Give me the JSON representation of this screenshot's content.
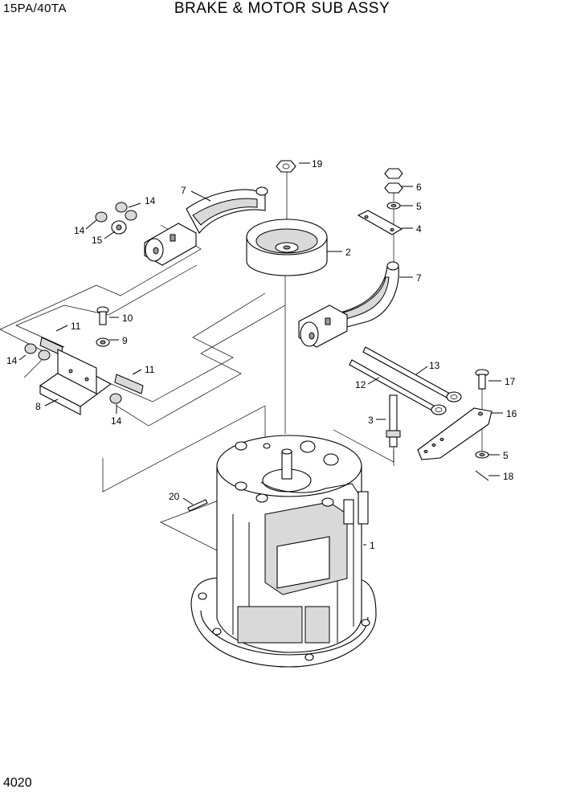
{
  "header": {
    "model": "15PA/40TA",
    "title": "BRAKE & MOTOR SUB ASSY"
  },
  "footer": {
    "page_number": "4020"
  },
  "callouts": {
    "c1": "1",
    "c2": "2",
    "c3": "3",
    "c4": "4",
    "c5a": "5",
    "c5b": "5",
    "c6": "6",
    "c7a": "7",
    "c7b": "7",
    "c8": "8",
    "c9": "9",
    "c10": "10",
    "c11a": "11",
    "c11b": "11",
    "c12": "12",
    "c13": "13",
    "c14a": "14",
    "c14b": "14",
    "c14c": "14",
    "c14d": "14",
    "c15": "15",
    "c16": "16",
    "c17": "17",
    "c18": "18",
    "c19": "19",
    "c20": "20"
  }
}
